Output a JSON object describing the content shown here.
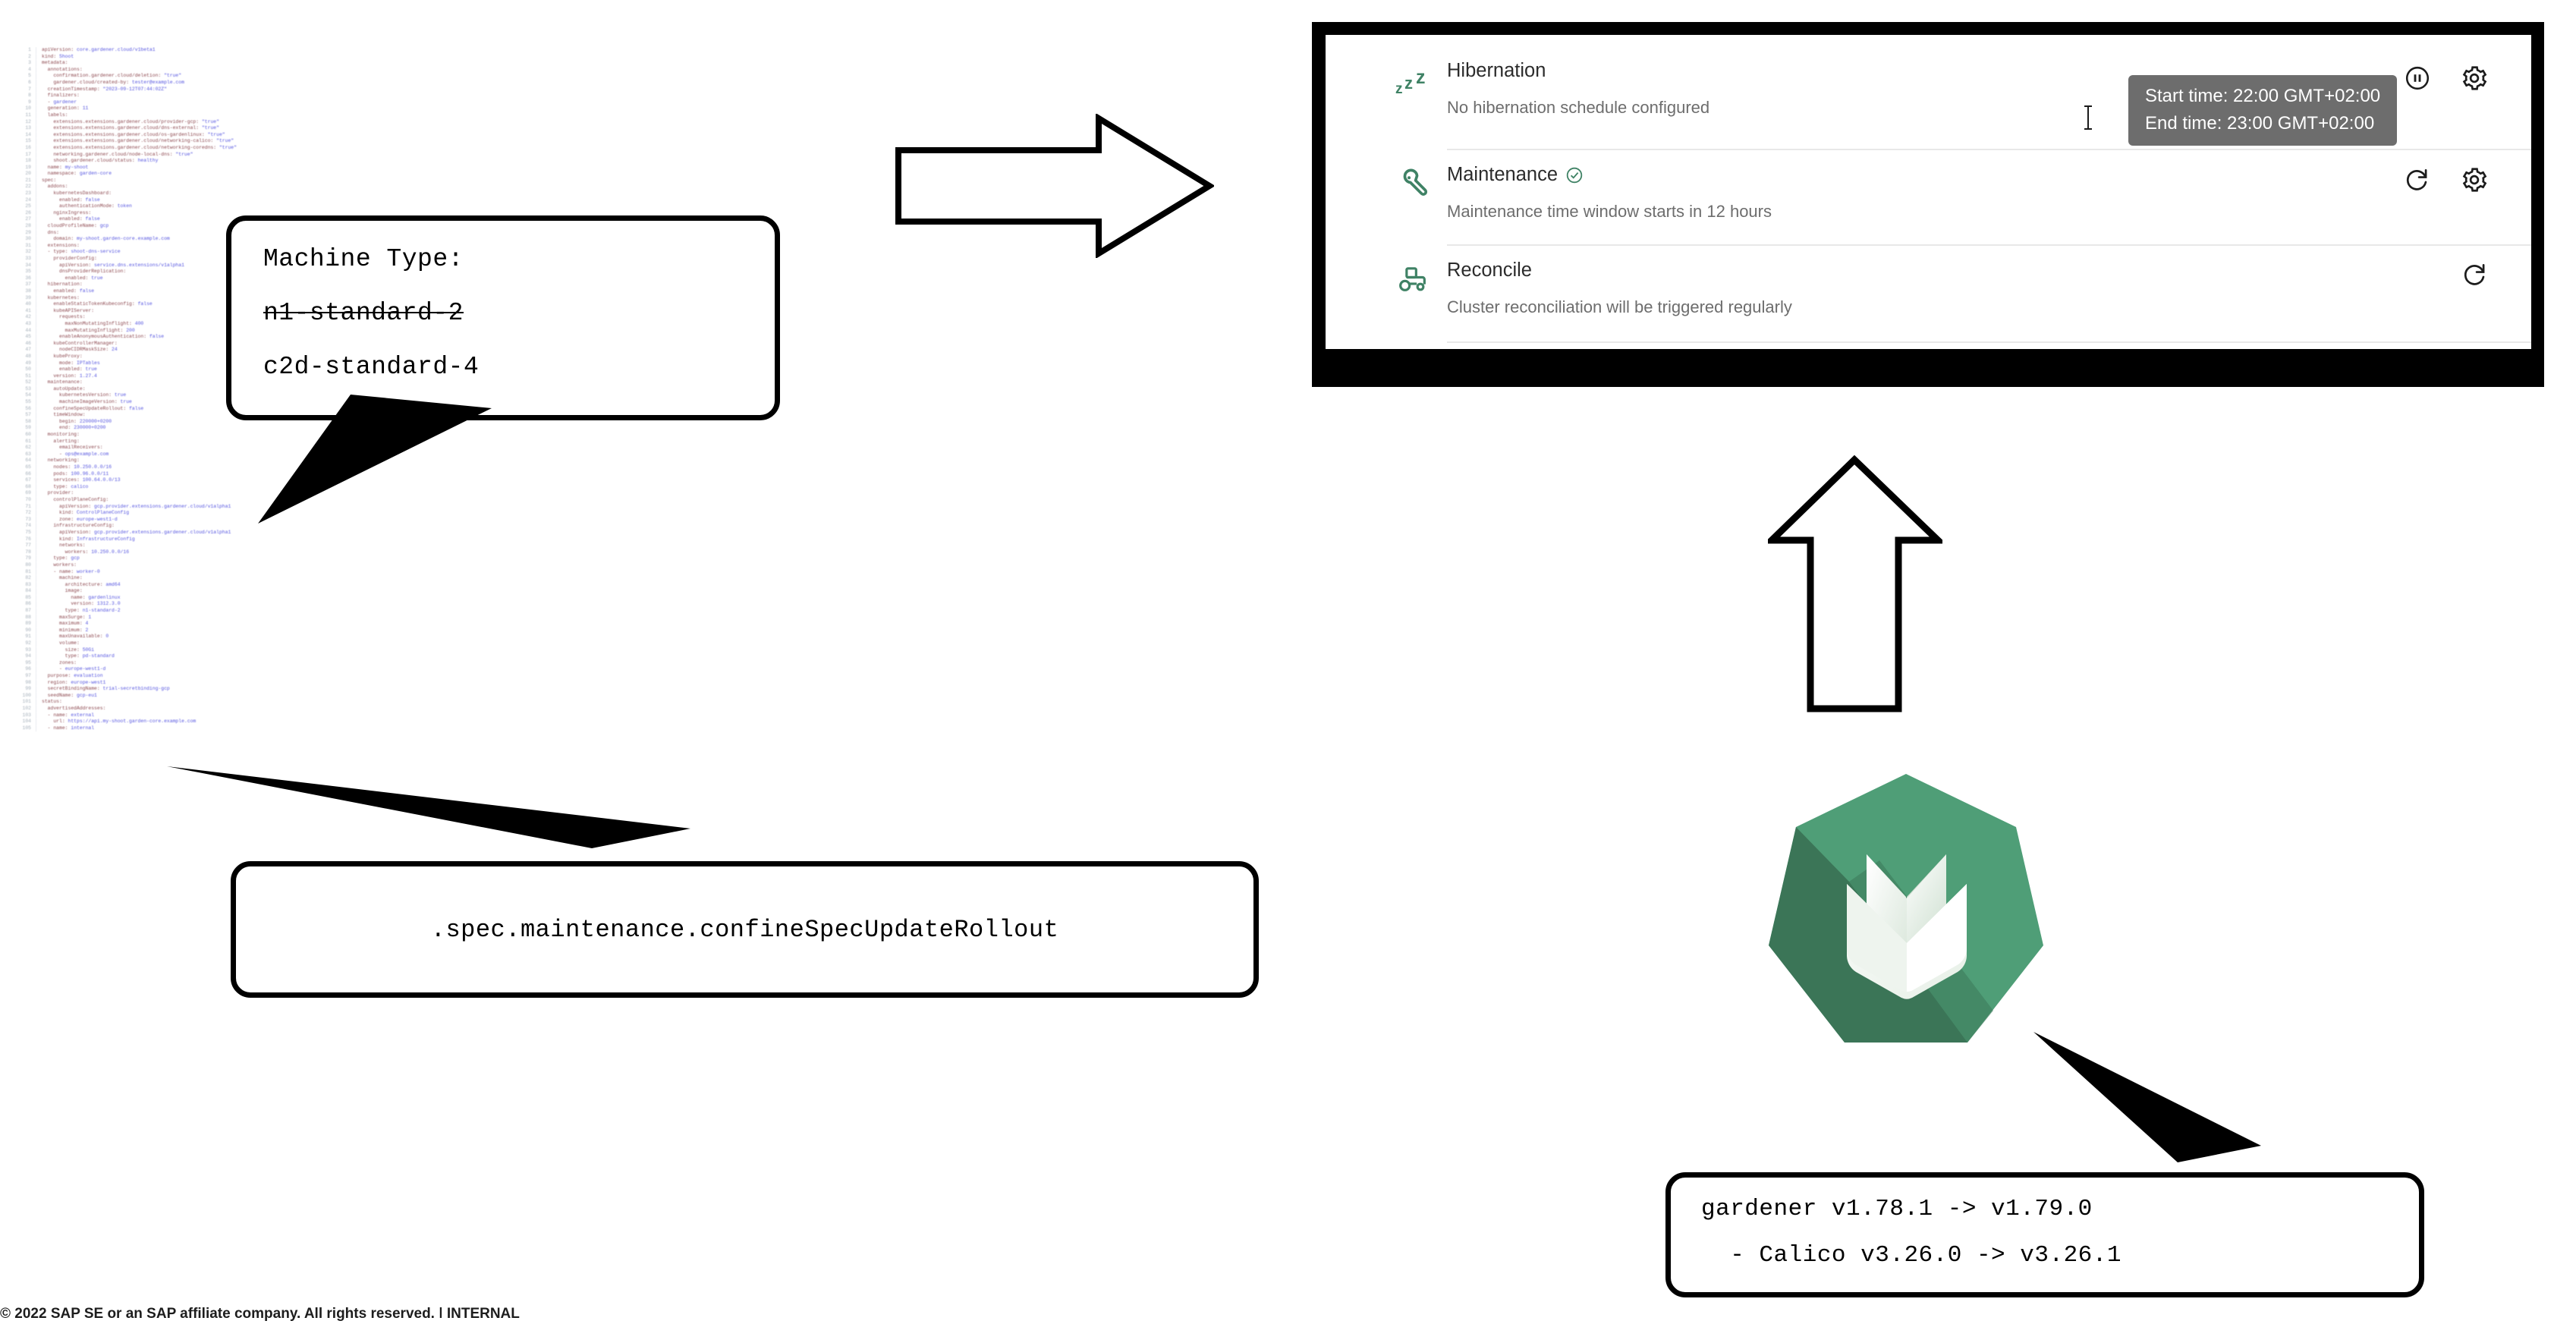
{
  "slide": {
    "footer": "© 2022 SAP SE or an SAP affiliate company. All rights reserved.  ǀ  INTERNAL"
  },
  "callouts": {
    "machine_type": {
      "title": "Machine Type:",
      "old_value": "n1-standard-2",
      "new_value": "c2d-standard-4"
    },
    "spec_path": {
      "text": ".spec.maintenance.confineSpecUpdateRollout"
    },
    "versions": {
      "line1": "gardener v1.78.1 -> v1.79.0",
      "line2": "  - Calico v3.26.0 -> v3.26.1"
    }
  },
  "dashboard": {
    "rows": [
      {
        "icon": "hibernation-zzz-icon",
        "title": "Hibernation",
        "subtitle": "No hibernation schedule configured",
        "badge": "",
        "actions": [
          "pause-circle-icon",
          "gear-icon"
        ]
      },
      {
        "icon": "wrench-icon",
        "title": "Maintenance",
        "subtitle": "Maintenance time window starts in 12 hours",
        "badge": "check-circle-icon",
        "actions": [
          "refresh-icon",
          "gear-icon"
        ]
      },
      {
        "icon": "tractor-icon",
        "title": "Reconcile",
        "subtitle": "Cluster reconciliation will be triggered regularly",
        "badge": "",
        "actions": [
          "refresh-icon"
        ]
      }
    ],
    "tooltip": {
      "start": "Start time: 22:00 GMT+02:00",
      "end": "End time: 23:00 GMT+02:00"
    }
  },
  "colors": {
    "accent_green": "#3f8265",
    "logo_green": "#4f9e77",
    "logo_green_dark": "#3a7355",
    "title_text": "#2b2b2b",
    "sub_text": "#6d6d6d",
    "tooltip_bg": "#616161",
    "divider": "#e8e8e8",
    "frame": "#000000"
  },
  "yaml": {
    "lines": [
      {
        "n": "1",
        "k": "apiVersion: ",
        "v": "core.gardener.cloud/v1beta1"
      },
      {
        "n": "2",
        "k": "kind: ",
        "v": "Shoot"
      },
      {
        "n": "3",
        "k": "metadata:",
        "v": ""
      },
      {
        "n": "4",
        "k": "  annotations:",
        "v": ""
      },
      {
        "n": "5",
        "k": "    confirmation.gardener.cloud/deletion: ",
        "v": "\"true\""
      },
      {
        "n": "6",
        "k": "    gardener.cloud/created-by: ",
        "v": "tester@example.com"
      },
      {
        "n": "7",
        "k": "  creationTimestamp: ",
        "v": "\"2023-09-12T07:44:02Z\""
      },
      {
        "n": "8",
        "k": "  finalizers:",
        "v": ""
      },
      {
        "n": "9",
        "k": "  - ",
        "v": "gardener"
      },
      {
        "n": "10",
        "k": "  generation: ",
        "v": "11"
      },
      {
        "n": "11",
        "k": "  labels:",
        "v": ""
      },
      {
        "n": "12",
        "k": "    extensions.extensions.gardener.cloud/provider-gcp: ",
        "v": "\"true\""
      },
      {
        "n": "13",
        "k": "    extensions.extensions.gardener.cloud/dns-external: ",
        "v": "\"true\""
      },
      {
        "n": "14",
        "k": "    extensions.extensions.gardener.cloud/os-gardenlinux: ",
        "v": "\"true\""
      },
      {
        "n": "15",
        "k": "    extensions.extensions.gardener.cloud/networking-calico: ",
        "v": "\"true\""
      },
      {
        "n": "16",
        "k": "    extensions.extensions.gardener.cloud/networking-coredns: ",
        "v": "\"true\""
      },
      {
        "n": "17",
        "k": "    networking.gardener.cloud/node-local-dns: ",
        "v": "\"true\""
      },
      {
        "n": "18",
        "k": "    shoot.gardener.cloud/status: ",
        "v": "healthy"
      },
      {
        "n": "19",
        "k": "  name: ",
        "v": "my-shoot"
      },
      {
        "n": "20",
        "k": "  namespace: ",
        "v": "garden-core"
      },
      {
        "n": "21",
        "k": "spec:",
        "v": ""
      },
      {
        "n": "22",
        "k": "  addons:",
        "v": ""
      },
      {
        "n": "23",
        "k": "    kubernetesDashboard:",
        "v": ""
      },
      {
        "n": "24",
        "k": "      enabled: ",
        "v": "false"
      },
      {
        "n": "25",
        "k": "      authenticationMode: ",
        "v": "token"
      },
      {
        "n": "26",
        "k": "    nginxIngress:",
        "v": ""
      },
      {
        "n": "27",
        "k": "      enabled: ",
        "v": "false"
      },
      {
        "n": "28",
        "k": "  cloudProfileName: ",
        "v": "gcp"
      },
      {
        "n": "29",
        "k": "  dns:",
        "v": ""
      },
      {
        "n": "30",
        "k": "    domain: ",
        "v": "my-shoot.garden-core.example.com"
      },
      {
        "n": "31",
        "k": "  extensions:",
        "v": ""
      },
      {
        "n": "32",
        "k": "  - type: ",
        "v": "shoot-dns-service"
      },
      {
        "n": "33",
        "k": "    providerConfig:",
        "v": ""
      },
      {
        "n": "34",
        "k": "      apiVersion: ",
        "v": "service.dns.extensions/v1alpha1"
      },
      {
        "n": "35",
        "k": "      dnsProviderReplication:",
        "v": ""
      },
      {
        "n": "36",
        "k": "        enabled: ",
        "v": "true"
      },
      {
        "n": "37",
        "k": "  hibernation:",
        "v": ""
      },
      {
        "n": "38",
        "k": "    enabled: ",
        "v": "false"
      },
      {
        "n": "39",
        "k": "  kubernetes:",
        "v": ""
      },
      {
        "n": "40",
        "k": "    enableStaticTokenKubeconfig: ",
        "v": "false"
      },
      {
        "n": "41",
        "k": "    kubeAPIServer:",
        "v": ""
      },
      {
        "n": "42",
        "k": "      requests:",
        "v": ""
      },
      {
        "n": "43",
        "k": "        maxNonMutatingInflight: ",
        "v": "400"
      },
      {
        "n": "44",
        "k": "        maxMutatingInflight: ",
        "v": "200"
      },
      {
        "n": "45",
        "k": "      enableAnonymousAuthentication: ",
        "v": "false"
      },
      {
        "n": "46",
        "k": "    kubeControllerManager:",
        "v": ""
      },
      {
        "n": "47",
        "k": "      nodeCIDRMaskSize: ",
        "v": "24"
      },
      {
        "n": "48",
        "k": "    kubeProxy:",
        "v": ""
      },
      {
        "n": "49",
        "k": "      mode: ",
        "v": "IPTables"
      },
      {
        "n": "50",
        "k": "      enabled: ",
        "v": "true"
      },
      {
        "n": "51",
        "k": "    version: ",
        "v": "1.27.4"
      },
      {
        "n": "52",
        "k": "  maintenance:",
        "v": ""
      },
      {
        "n": "53",
        "k": "    autoUpdate:",
        "v": ""
      },
      {
        "n": "54",
        "k": "      kubernetesVersion: ",
        "v": "true"
      },
      {
        "n": "55",
        "k": "      machineImageVersion: ",
        "v": "true"
      },
      {
        "n": "56",
        "k": "    confineSpecUpdateRollout: ",
        "v": "false"
      },
      {
        "n": "57",
        "k": "    timeWindow:",
        "v": ""
      },
      {
        "n": "58",
        "k": "      begin: ",
        "v": "220000+0200"
      },
      {
        "n": "59",
        "k": "      end: ",
        "v": "230000+0200"
      },
      {
        "n": "60",
        "k": "  monitoring:",
        "v": ""
      },
      {
        "n": "61",
        "k": "    alerting:",
        "v": ""
      },
      {
        "n": "62",
        "k": "      emailReceivers:",
        "v": ""
      },
      {
        "n": "63",
        "k": "      - ",
        "v": "ops@example.com"
      },
      {
        "n": "64",
        "k": "  networking:",
        "v": ""
      },
      {
        "n": "65",
        "k": "    nodes: ",
        "v": "10.250.0.0/16"
      },
      {
        "n": "66",
        "k": "    pods: ",
        "v": "100.96.0.0/11"
      },
      {
        "n": "67",
        "k": "    services: ",
        "v": "100.64.0.0/13"
      },
      {
        "n": "68",
        "k": "    type: ",
        "v": "calico"
      },
      {
        "n": "69",
        "k": "  provider:",
        "v": ""
      },
      {
        "n": "70",
        "k": "    controlPlaneConfig:",
        "v": ""
      },
      {
        "n": "71",
        "k": "      apiVersion: ",
        "v": "gcp.provider.extensions.gardener.cloud/v1alpha1"
      },
      {
        "n": "72",
        "k": "      kind: ",
        "v": "ControlPlaneConfig"
      },
      {
        "n": "73",
        "k": "      zone: ",
        "v": "europe-west1-d"
      },
      {
        "n": "74",
        "k": "    infrastructureConfig:",
        "v": ""
      },
      {
        "n": "75",
        "k": "      apiVersion: ",
        "v": "gcp.provider.extensions.gardener.cloud/v1alpha1"
      },
      {
        "n": "76",
        "k": "      kind: ",
        "v": "InfrastructureConfig"
      },
      {
        "n": "77",
        "k": "      networks:",
        "v": ""
      },
      {
        "n": "78",
        "k": "        workers: ",
        "v": "10.250.0.0/16"
      },
      {
        "n": "79",
        "k": "    type: ",
        "v": "gcp"
      },
      {
        "n": "80",
        "k": "    workers:",
        "v": ""
      },
      {
        "n": "81",
        "k": "    - name: ",
        "v": "worker-0"
      },
      {
        "n": "82",
        "k": "      machine:",
        "v": ""
      },
      {
        "n": "83",
        "k": "        architecture: ",
        "v": "amd64"
      },
      {
        "n": "84",
        "k": "        image:",
        "v": ""
      },
      {
        "n": "85",
        "k": "          name: ",
        "v": "gardenlinux"
      },
      {
        "n": "86",
        "k": "          version: ",
        "v": "1312.3.0"
      },
      {
        "n": "87",
        "k": "        type: ",
        "v": "n1-standard-2"
      },
      {
        "n": "88",
        "k": "      maxSurge: ",
        "v": "1"
      },
      {
        "n": "89",
        "k": "      maximum: ",
        "v": "4"
      },
      {
        "n": "90",
        "k": "      minimum: ",
        "v": "2"
      },
      {
        "n": "91",
        "k": "      maxUnavailable: ",
        "v": "0"
      },
      {
        "n": "92",
        "k": "      volume:",
        "v": ""
      },
      {
        "n": "93",
        "k": "        size: ",
        "v": "50Gi"
      },
      {
        "n": "94",
        "k": "        type: ",
        "v": "pd-standard"
      },
      {
        "n": "95",
        "k": "      zones:",
        "v": ""
      },
      {
        "n": "96",
        "k": "      - ",
        "v": "europe-west1-d"
      },
      {
        "n": "97",
        "k": "  purpose: ",
        "v": "evaluation"
      },
      {
        "n": "98",
        "k": "  region: ",
        "v": "europe-west1"
      },
      {
        "n": "99",
        "k": "  secretBindingName: ",
        "v": "trial-secretbinding-gcp"
      },
      {
        "n": "100",
        "k": "  seedName: ",
        "v": "gcp-eu1"
      },
      {
        "n": "101",
        "k": "status:",
        "v": ""
      },
      {
        "n": "102",
        "k": "  advertisedAddresses:",
        "v": ""
      },
      {
        "n": "103",
        "k": "  - name: ",
        "v": "external"
      },
      {
        "n": "104",
        "k": "    url: ",
        "v": "https://api.my-shoot.garden-core.example.com"
      },
      {
        "n": "105",
        "k": "  - name: ",
        "v": "internal"
      }
    ]
  }
}
